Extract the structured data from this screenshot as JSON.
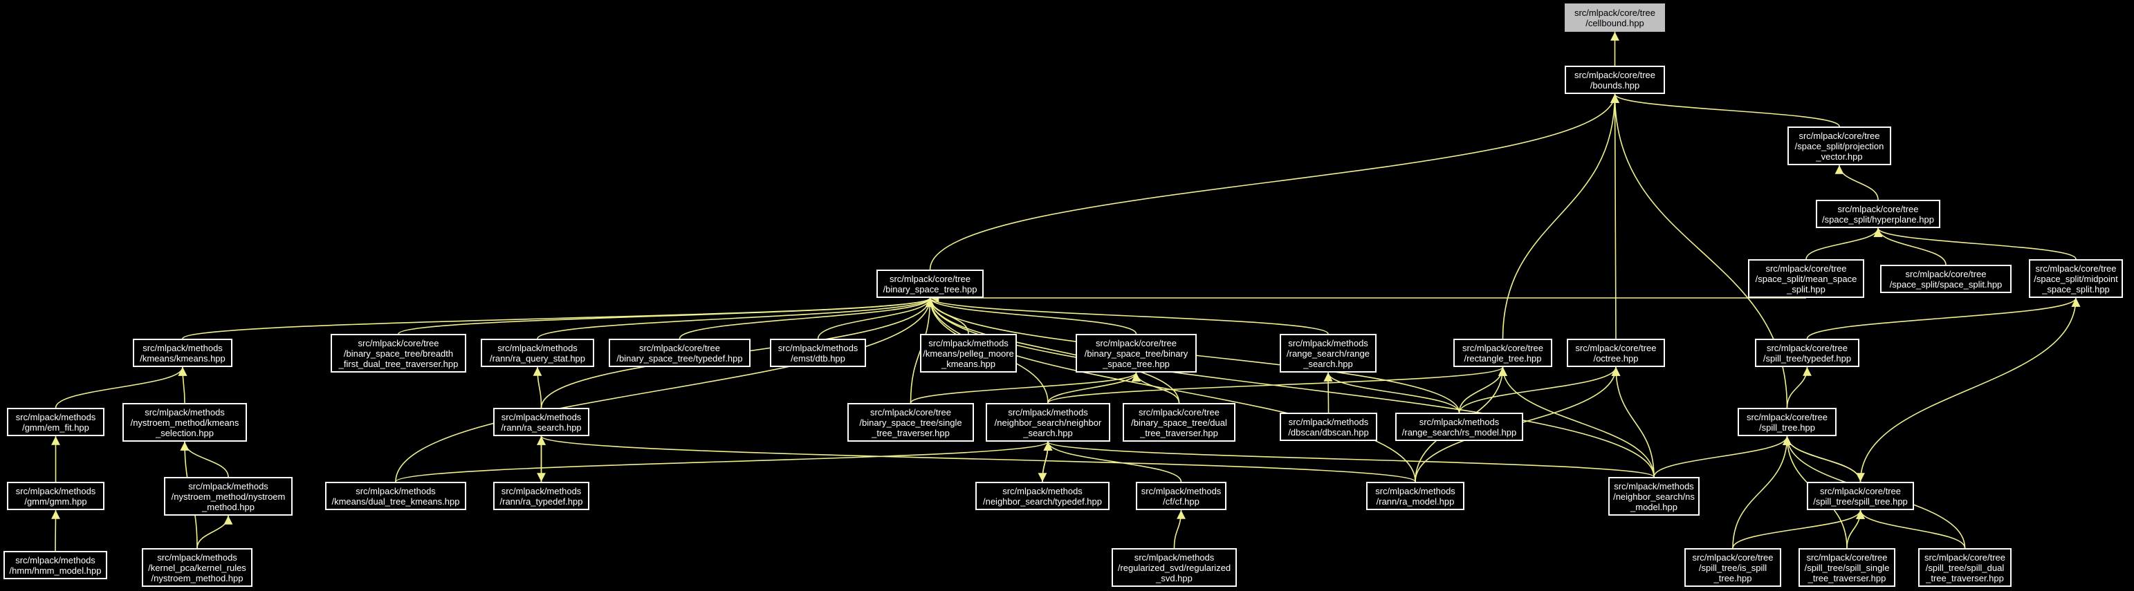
{
  "colors": {
    "background": "#000000",
    "edge": "#f0f090",
    "node_border": "#ffffff",
    "node_text": "#ffffff",
    "root_fill": "#bfbfbf"
  },
  "nodes": {
    "cellbound": [
      "src/mlpack/core/tree",
      "/cellbound.hpp"
    ],
    "bounds": [
      "src/mlpack/core/tree",
      "/bounds.hpp"
    ],
    "projection": [
      "src/mlpack/core/tree",
      "/space_split/projection",
      "_vector.hpp"
    ],
    "hyperplane": [
      "src/mlpack/core/tree",
      "/space_split/hyperplane.hpp"
    ],
    "meanspace": [
      "src/mlpack/core/tree",
      "/space_split/mean_space",
      "_split.hpp"
    ],
    "spacesplit": [
      "src/mlpack/core/tree",
      "/space_split/space_split.hpp"
    ],
    "midpoint": [
      "src/mlpack/core/tree",
      "/space_split/midpoint",
      "_space_split.hpp"
    ],
    "bst": [
      "src/mlpack/core/tree",
      "/binary_space_tree.hpp"
    ],
    "kmeans": [
      "src/mlpack/methods",
      "/kmeans/kmeans.hpp"
    ],
    "breadth": [
      "src/mlpack/core/tree",
      "/binary_space_tree/breadth",
      "_first_dual_tree_traverser.hpp"
    ],
    "raquery": [
      "src/mlpack/methods",
      "/rann/ra_query_stat.hpp"
    ],
    "bsttypedef": [
      "src/mlpack/core/tree",
      "/binary_space_tree/typedef.hpp"
    ],
    "dtb": [
      "src/mlpack/methods",
      "/emst/dtb.hpp"
    ],
    "pelleg": [
      "src/mlpack/methods",
      "/kmeans/pelleg_moore",
      "_kmeans.hpp"
    ],
    "bstbinary": [
      "src/mlpack/core/tree",
      "/binary_space_tree/binary",
      "_space_tree.hpp"
    ],
    "rangesearch": [
      "src/mlpack/methods",
      "/range_search/range",
      "_search.hpp"
    ],
    "rectangle": [
      "src/mlpack/core/tree",
      "/rectangle_tree.hpp"
    ],
    "octree": [
      "src/mlpack/core/tree",
      "/octree.hpp"
    ],
    "spilltypedef": [
      "src/mlpack/core/tree",
      "/spill_tree/typedef.hpp"
    ],
    "emfit": [
      "src/mlpack/methods",
      "/gmm/em_fit.hpp"
    ],
    "nystroemkmeans": [
      "src/mlpack/methods",
      "/nystroem_method/kmeans",
      "_selection.hpp"
    ],
    "rasearch": [
      "src/mlpack/methods",
      "/rann/ra_search.hpp"
    ],
    "single": [
      "src/mlpack/core/tree",
      "/binary_space_tree/single",
      "_tree_traverser.hpp"
    ],
    "nsearch": [
      "src/mlpack/methods",
      "/neighbor_search/neighbor",
      "_search.hpp"
    ],
    "dual": [
      "src/mlpack/core/tree",
      "/binary_space_tree/dual",
      "_tree_traverser.hpp"
    ],
    "dbscan": [
      "src/mlpack/methods",
      "/dbscan/dbscan.hpp"
    ],
    "rsmodel": [
      "src/mlpack/methods",
      "/range_search/rs_model.hpp"
    ],
    "spilltree": [
      "src/mlpack/core/tree",
      "/spill_tree.hpp"
    ],
    "gmm": [
      "src/mlpack/methods",
      "/gmm/gmm.hpp"
    ],
    "nystroem": [
      "src/mlpack/methods",
      "/nystroem_method/nystroem",
      "_method.hpp"
    ],
    "dualkmeans": [
      "src/mlpack/methods",
      "/kmeans/dual_tree_kmeans.hpp"
    ],
    "ratypedef": [
      "src/mlpack/methods",
      "/rann/ra_typedef.hpp"
    ],
    "nstypedef": [
      "src/mlpack/methods",
      "/neighbor_search/typedef.hpp"
    ],
    "cf": [
      "src/mlpack/methods",
      "/cf/cf.hpp"
    ],
    "ramodel": [
      "src/mlpack/methods",
      "/rann/ra_model.hpp"
    ],
    "nsmodel": [
      "src/mlpack/methods",
      "/neighbor_search/ns",
      "_model.hpp"
    ],
    "spilltreehpp": [
      "src/mlpack/core/tree",
      "/spill_tree/spill_tree.hpp"
    ],
    "hmm": [
      "src/mlpack/methods",
      "/hmm/hmm_model.hpp"
    ],
    "kernelrules": [
      "src/mlpack/methods",
      "/kernel_pca/kernel_rules",
      "/nystroem_method.hpp"
    ],
    "svd": [
      "src/mlpack/methods",
      "/regularized_svd/regularized",
      "_svd.hpp"
    ],
    "isspill": [
      "src/mlpack/core/tree",
      "/spill_tree/is_spill",
      "_tree.hpp"
    ],
    "spillsingle": [
      "src/mlpack/core/tree",
      "/spill_tree/spill_single",
      "_tree_traverser.hpp"
    ],
    "spilldual": [
      "src/mlpack/core/tree",
      "/spill_tree/spill_dual",
      "_tree_traverser.hpp"
    ]
  },
  "edges": [
    [
      "bounds",
      "cellbound"
    ],
    [
      "projection",
      "bounds"
    ],
    [
      "bst",
      "bounds"
    ],
    [
      "rectangle",
      "bounds"
    ],
    [
      "octree",
      "bounds"
    ],
    [
      "spilltree",
      "bounds"
    ],
    [
      "hyperplane",
      "projection"
    ],
    [
      "meanspace",
      "hyperplane"
    ],
    [
      "spacesplit",
      "hyperplane"
    ],
    [
      "midpoint",
      "hyperplane"
    ],
    [
      "spilltypedef",
      "midpoint"
    ],
    [
      "spilltreehpp",
      "midpoint"
    ],
    [
      "meanspace",
      "bst"
    ],
    [
      "kmeans",
      "bst"
    ],
    [
      "breadth",
      "bst"
    ],
    [
      "raquery",
      "bst"
    ],
    [
      "bsttypedef",
      "bst"
    ],
    [
      "dtb",
      "bst"
    ],
    [
      "pelleg",
      "bst"
    ],
    [
      "bstbinary",
      "bst"
    ],
    [
      "rangesearch",
      "bst"
    ],
    [
      "single",
      "bst"
    ],
    [
      "nsearch",
      "bst"
    ],
    [
      "dual",
      "bst"
    ],
    [
      "rsmodel",
      "bst"
    ],
    [
      "ramodel",
      "bst"
    ],
    [
      "nsmodel",
      "bst"
    ],
    [
      "dualkmeans",
      "bst"
    ],
    [
      "rasearch",
      "bst"
    ],
    [
      "single",
      "bstbinary"
    ],
    [
      "nsearch",
      "bstbinary"
    ],
    [
      "dual",
      "bstbinary"
    ],
    [
      "emfit",
      "kmeans"
    ],
    [
      "nystroemkmeans",
      "kmeans"
    ],
    [
      "gmm",
      "emfit"
    ],
    [
      "hmm",
      "gmm"
    ],
    [
      "nystroem",
      "nystroemkmeans"
    ],
    [
      "kernelrules",
      "nystroem"
    ],
    [
      "kernelrules",
      "nystroemkmeans"
    ],
    [
      "rasearch",
      "raquery"
    ],
    [
      "ratypedef",
      "rasearch"
    ],
    [
      "rasearch",
      "ratypedef"
    ],
    [
      "ramodel",
      "rasearch"
    ],
    [
      "dualkmeans",
      "nsearch"
    ],
    [
      "nstypedef",
      "nsearch"
    ],
    [
      "nsearch",
      "nstypedef"
    ],
    [
      "cf",
      "nsearch"
    ],
    [
      "nsmodel",
      "nsearch"
    ],
    [
      "svd",
      "cf"
    ],
    [
      "dbscan",
      "rangesearch"
    ],
    [
      "rsmodel",
      "rangesearch"
    ],
    [
      "nsearch",
      "rectangle"
    ],
    [
      "rsmodel",
      "rectangle"
    ],
    [
      "ramodel",
      "rectangle"
    ],
    [
      "nsmodel",
      "rectangle"
    ],
    [
      "rsmodel",
      "octree"
    ],
    [
      "ramodel",
      "octree"
    ],
    [
      "nsmodel",
      "octree"
    ],
    [
      "spilltree",
      "spilltypedef"
    ],
    [
      "nsmodel",
      "spilltree"
    ],
    [
      "spilltreehpp",
      "spilltree"
    ],
    [
      "spilltree",
      "spilltreehpp"
    ],
    [
      "isspill",
      "spilltree"
    ],
    [
      "spillsingle",
      "spilltree"
    ],
    [
      "spilldual",
      "spilltree"
    ],
    [
      "isspill",
      "spilltreehpp"
    ],
    [
      "spillsingle",
      "spilltreehpp"
    ],
    [
      "spilldual",
      "spilltreehpp"
    ]
  ]
}
